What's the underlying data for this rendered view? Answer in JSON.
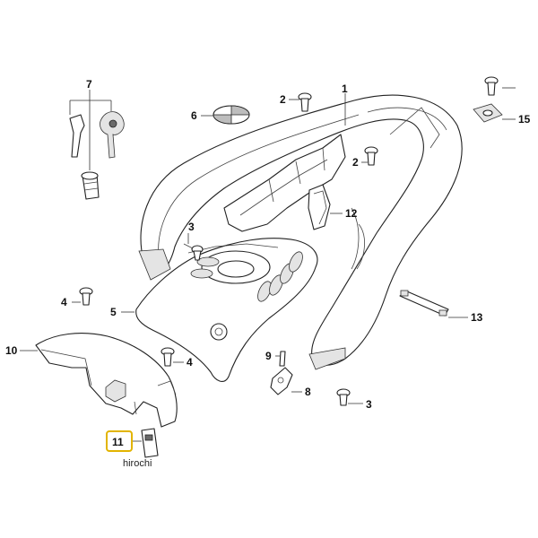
{
  "callouts": {
    "c1": "1",
    "c2a": "2",
    "c2b": "2",
    "c3a": "3",
    "c3b": "3",
    "c4a": "4",
    "c4b": "4",
    "c5": "5",
    "c6": "6",
    "c7": "7",
    "c8": "8",
    "c9": "9",
    "c10": "10",
    "c11": "11",
    "c12": "12",
    "c13": "13",
    "c15": "15"
  },
  "watermark": "hirochi",
  "highlight_color": "#e2b400"
}
